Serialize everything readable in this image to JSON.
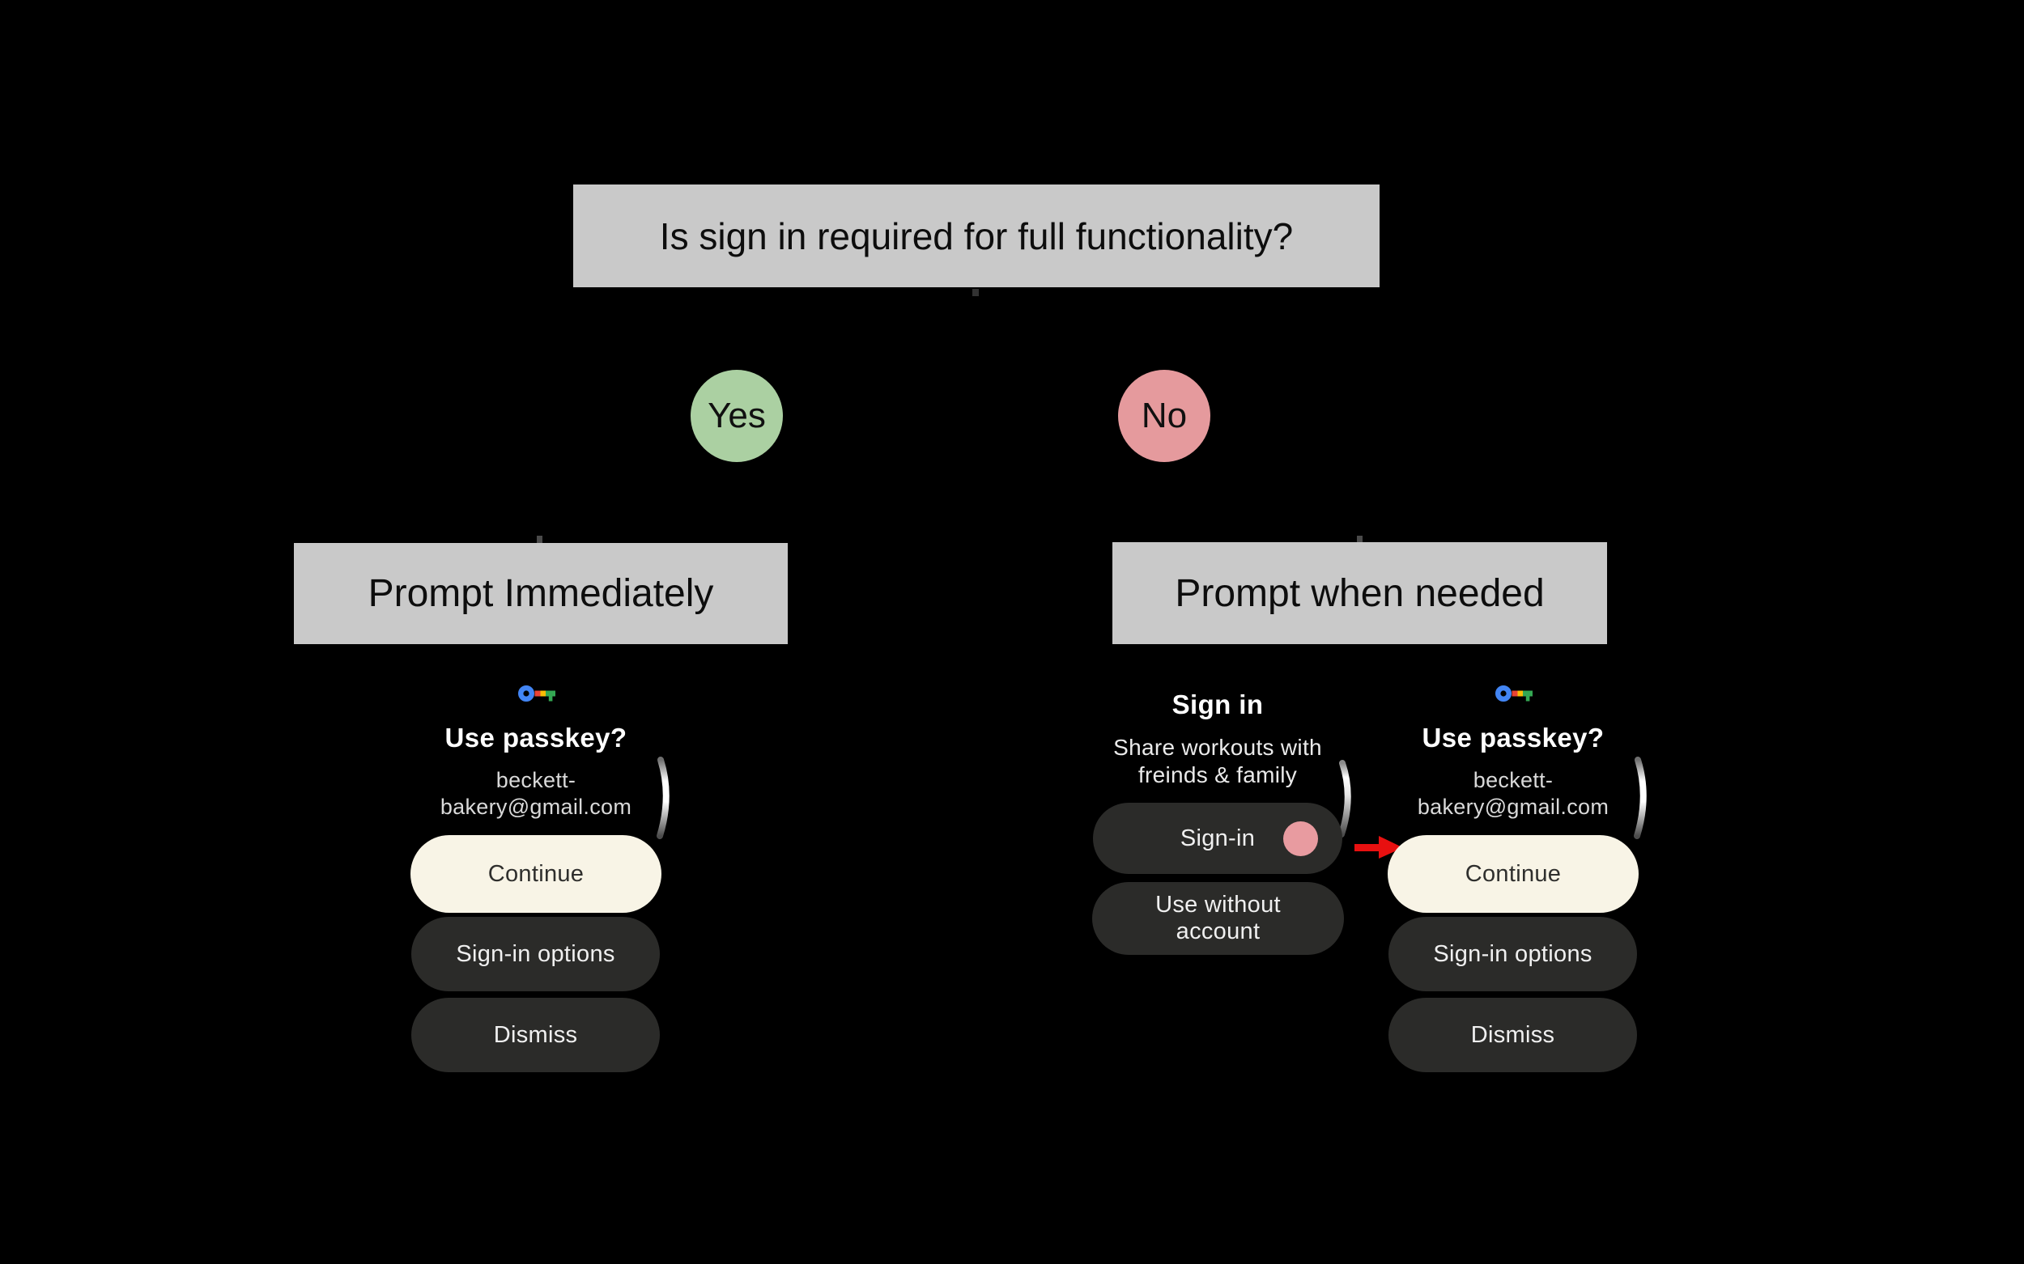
{
  "flowchart": {
    "title": "Is sign in required for full functionality?",
    "yes_label": "Yes",
    "no_label": "No",
    "left_outcome": "Prompt Immediately",
    "right_outcome": "Prompt when needed"
  },
  "passkey_screen": {
    "title": "Use passkey?",
    "account_line1": "beckett-",
    "account_line2": "bakery@gmail.com",
    "continue_label": "Continue",
    "signin_options_label": "Sign-in options",
    "dismiss_label": "Dismiss"
  },
  "signin_screen": {
    "title": "Sign in",
    "subtitle_line1": "Share workouts with",
    "subtitle_line2": "freinds & family",
    "signin_label": "Sign-in",
    "use_without_line1": "Use without",
    "use_without_line2": "account"
  },
  "icons": {
    "passkey_key": "google-passkey-key-icon",
    "scroll_arc": "scroll-position-indicator",
    "tap_dot": "tap-indicator-dot",
    "red_arrow": "points-to-continue-button"
  },
  "colors": {
    "background": "#000000",
    "flow_box_gray": "#c9c9c9",
    "yes_green": "#abd0a2",
    "no_pink": "#e59a9d",
    "primary_button_cream": "#f8f4e6",
    "secondary_button_dark": "#2b2b29",
    "tap_dot_pink": "#e89ba0",
    "arrow_red": "#e81010",
    "google_blue": "#4285F4",
    "google_red": "#EA4335",
    "google_yellow": "#FBBC04",
    "google_green": "#34A853"
  }
}
